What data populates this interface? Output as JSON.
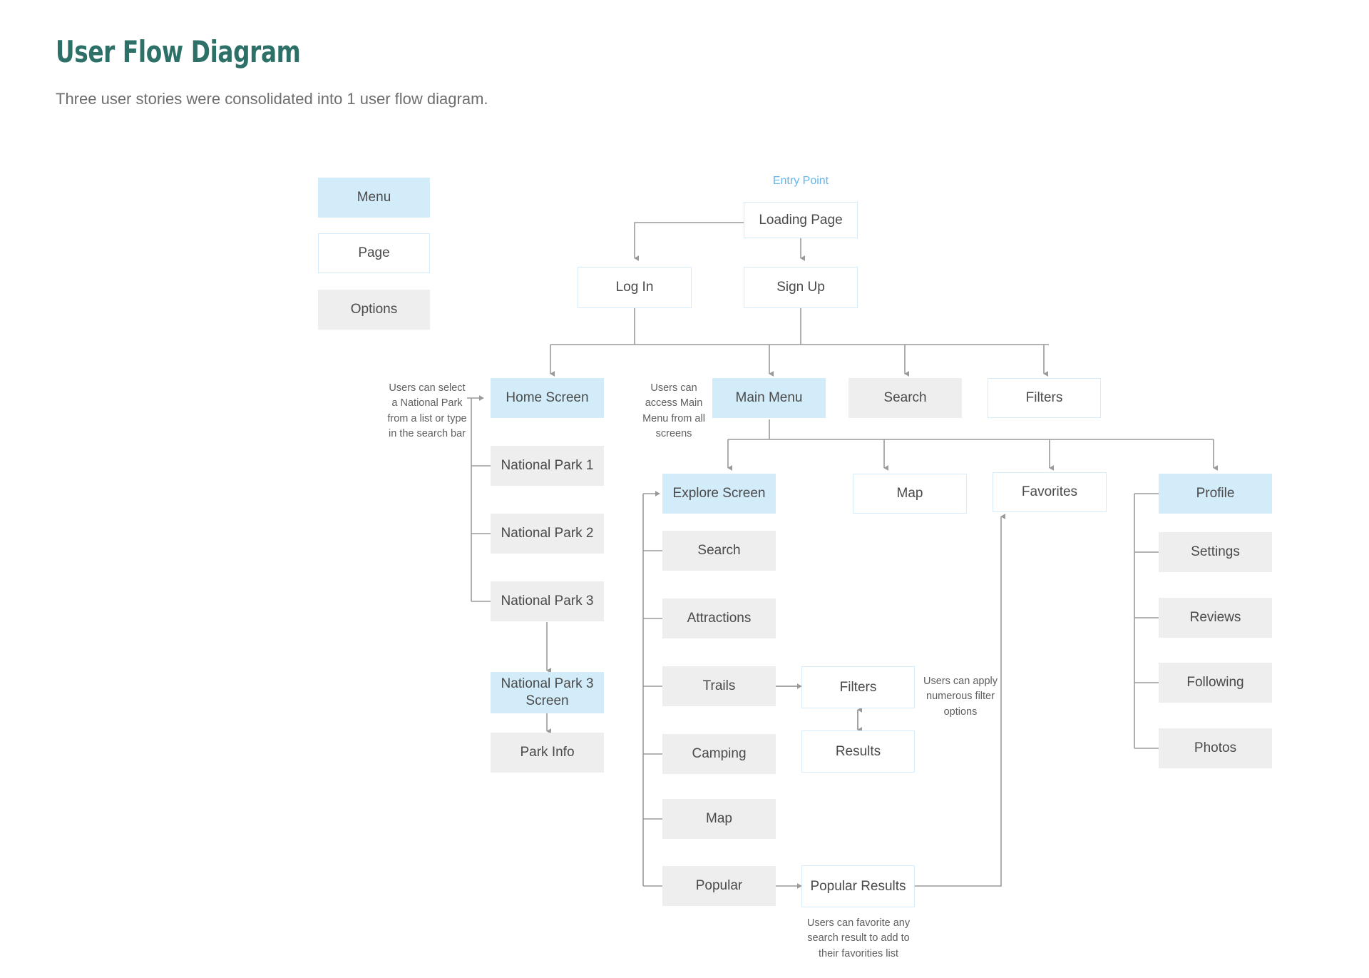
{
  "header": {
    "title": "User Flow Diagram",
    "subtitle": "Three user stories were consolidated into 1 user flow diagram."
  },
  "colors": {
    "title_teal": "#2d7068",
    "menu_fill": "#d3ecfa",
    "page_border": "#d6ecfa",
    "options_fill": "#eeeeee",
    "accent_blue": "#64b5ea",
    "connector_gray": "#9a9a9a",
    "text_gray": "#4a4a4a"
  },
  "legend": {
    "items": [
      {
        "label": "Menu",
        "type": "menu"
      },
      {
        "label": "Page",
        "type": "page"
      },
      {
        "label": "Options",
        "type": "options"
      }
    ]
  },
  "labels": {
    "entry_point": "Entry Point"
  },
  "nodes": {
    "loading_page": {
      "label": "Loading Page",
      "type": "page"
    },
    "log_in": {
      "label": "Log In",
      "type": "page"
    },
    "sign_up": {
      "label": "Sign Up",
      "type": "page"
    },
    "home_screen": {
      "label": "Home Screen",
      "type": "menu"
    },
    "main_menu": {
      "label": "Main Menu",
      "type": "menu"
    },
    "search_top": {
      "label": "Search",
      "type": "options"
    },
    "filters_top": {
      "label": "Filters",
      "type": "page"
    },
    "national_park_1": {
      "label": "National Park 1",
      "type": "options"
    },
    "national_park_2": {
      "label": "National Park 2",
      "type": "options"
    },
    "national_park_3": {
      "label": "National Park 3",
      "type": "options"
    },
    "national_park_3_screen": {
      "label": "National Park 3 Screen",
      "type": "menu"
    },
    "park_info": {
      "label": "Park Info",
      "type": "options"
    },
    "explore_screen": {
      "label": "Explore Screen",
      "type": "menu"
    },
    "explore_search": {
      "label": "Search",
      "type": "options"
    },
    "explore_attractions": {
      "label": "Attractions",
      "type": "options"
    },
    "explore_trails": {
      "label": "Trails",
      "type": "options"
    },
    "explore_camping": {
      "label": "Camping",
      "type": "options"
    },
    "explore_map": {
      "label": "Map",
      "type": "options"
    },
    "explore_popular": {
      "label": "Popular",
      "type": "options"
    },
    "map": {
      "label": "Map",
      "type": "page"
    },
    "favorites": {
      "label": "Favorites",
      "type": "page"
    },
    "profile": {
      "label": "Profile",
      "type": "menu"
    },
    "settings": {
      "label": "Settings",
      "type": "options"
    },
    "reviews": {
      "label": "Reviews",
      "type": "options"
    },
    "following": {
      "label": "Following",
      "type": "options"
    },
    "photos": {
      "label": "Photos",
      "type": "options"
    },
    "filters_mid": {
      "label": "Filters",
      "type": "page"
    },
    "results": {
      "label": "Results",
      "type": "page"
    },
    "popular_results": {
      "label": "Popular Results",
      "type": "page"
    }
  },
  "annotations": {
    "home_screen_note": "Users can select a National Park from a list or type in the search bar",
    "main_menu_note": "Users can access Main Menu from all screens",
    "filters_note": "Users can apply numerous filter options",
    "favorite_note": "Users can favorite any search result to add to their favorities list"
  }
}
